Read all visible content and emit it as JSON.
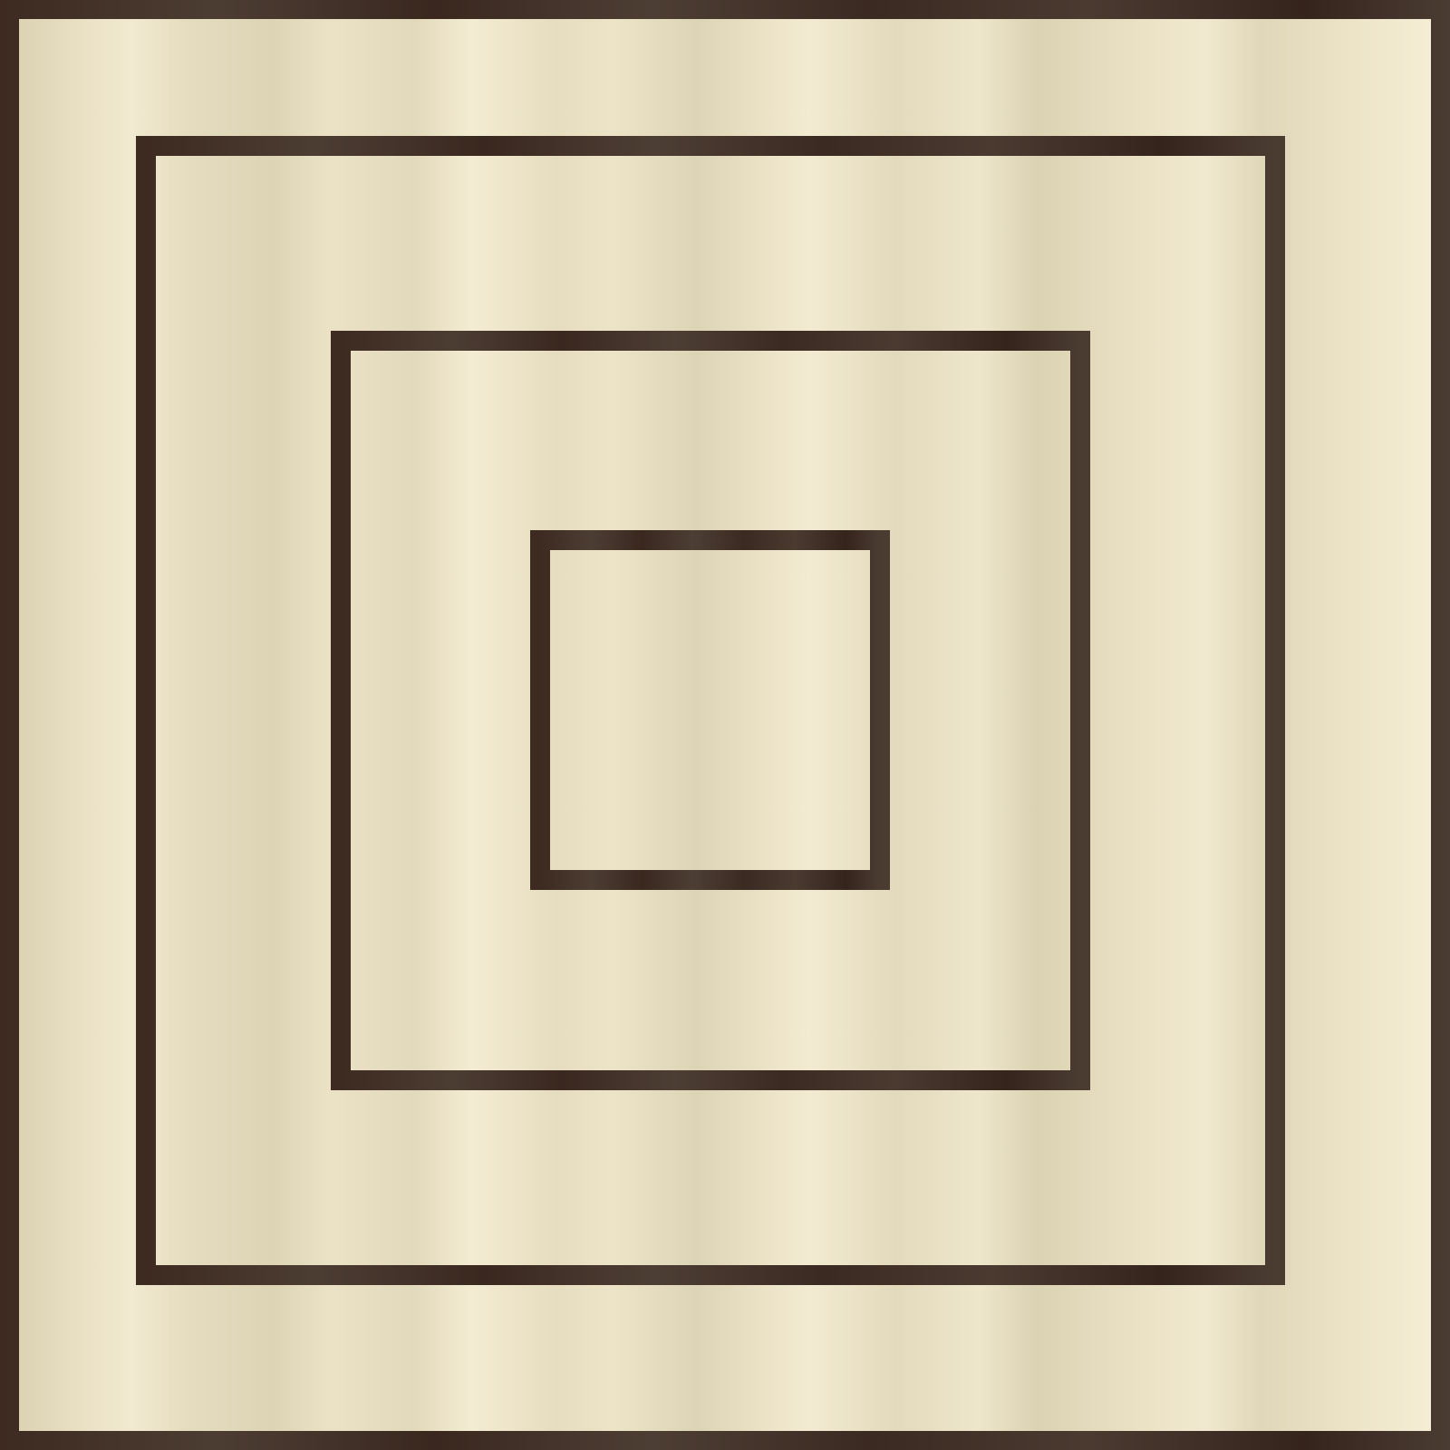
{
  "game": {
    "type": "nine-mens-morris",
    "rings": 3,
    "pieces_on_board": 0
  },
  "colors": {
    "wood_light": "#efe6c9",
    "wood_mid": "#e4dbbd",
    "wood_shade": "#d9cfb0",
    "wood_highlight": "#f4edd3",
    "line_dark": "#3d2a20",
    "line_mid": "#4c3d33",
    "line_shadow": "#33231c"
  },
  "icons": {
    "board": "morris-board-icon"
  }
}
